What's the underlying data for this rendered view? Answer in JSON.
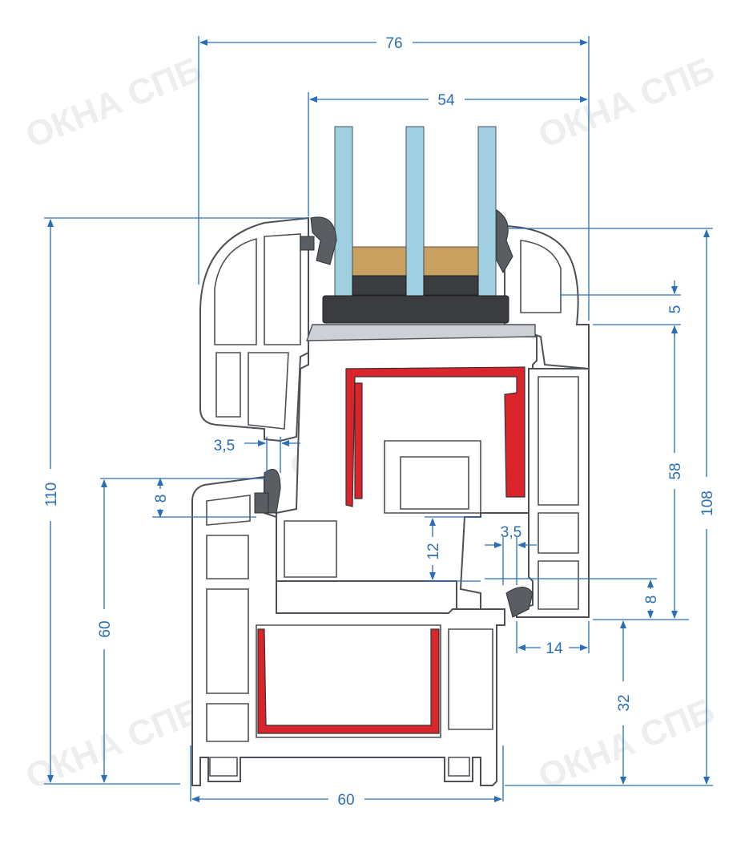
{
  "watermark": "ОКНА СПБ",
  "dimensions": {
    "d76": "76",
    "d54": "54",
    "d110": "110",
    "d108": "108",
    "d58": "58",
    "d5": "5",
    "d3_5_left": "3,5",
    "d8_left": "8",
    "d60_vertical": "60",
    "d12": "12",
    "d3_5_right": "3,5",
    "d8_right": "8",
    "d14": "14",
    "d32": "32",
    "d60_bottom": "60"
  },
  "colors": {
    "dimension": "#2a6fb6",
    "profile_outline": "#4d5157",
    "glass": "#9fcfe0",
    "steel_reinforcement": "#d9252b",
    "seal": "#5a5e63",
    "watermark": "#c9ccd1"
  }
}
